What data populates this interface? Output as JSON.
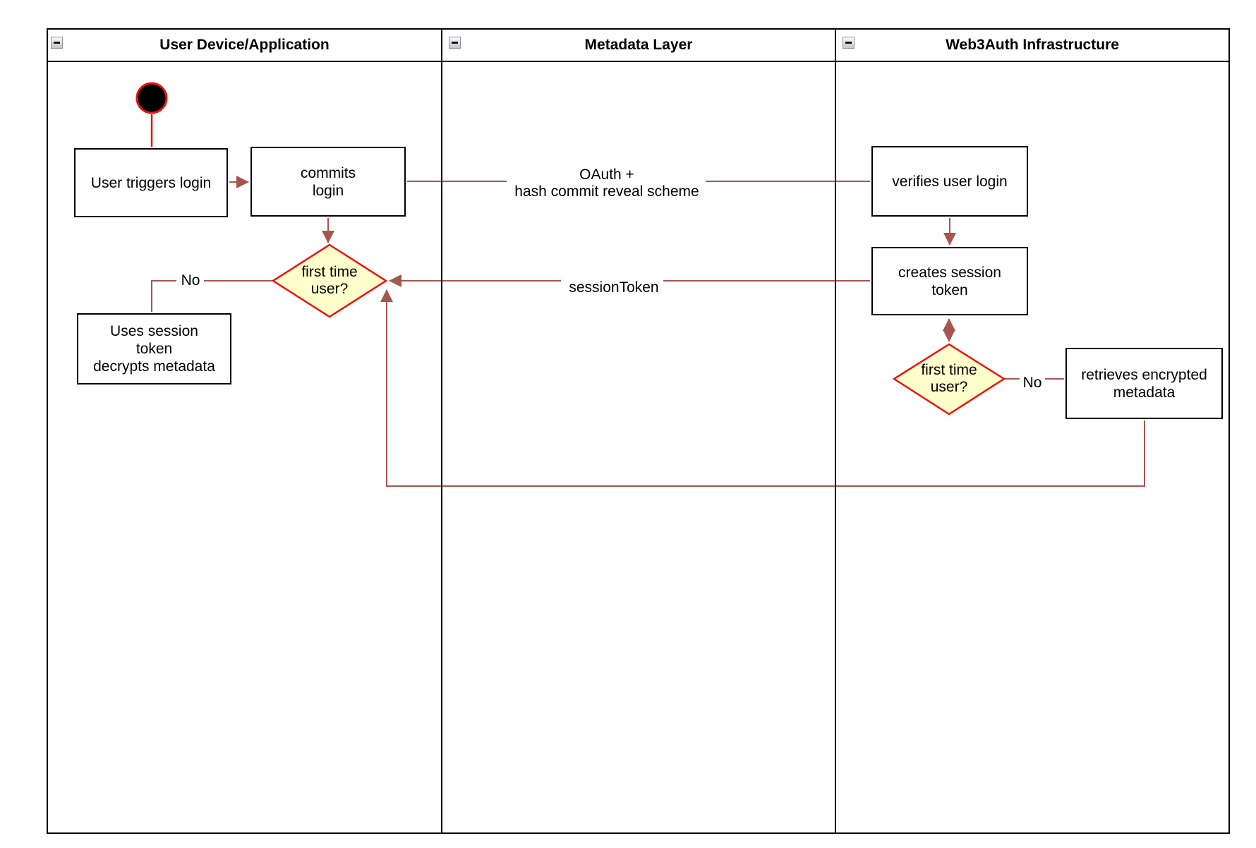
{
  "lanes": [
    {
      "title": "User Device/Application"
    },
    {
      "title": "Metadata Layer"
    },
    {
      "title": "Web3Auth Infrastructure"
    }
  ],
  "nodes": {
    "user_triggers_login": {
      "lines": [
        "User triggers login"
      ]
    },
    "commits_login": {
      "lines": [
        "commits",
        "login"
      ]
    },
    "uses_session_token": {
      "lines": [
        "Uses session",
        "token",
        "decrypts metadata"
      ]
    },
    "verifies_user_login": {
      "lines": [
        "verifies user login"
      ]
    },
    "creates_session_token": {
      "lines": [
        "creates session",
        "token"
      ]
    },
    "retrieves_encrypted_metadata": {
      "lines": [
        "retrieves encrypted",
        "metadata"
      ]
    },
    "decision_user_device": {
      "lines": [
        "first time",
        "user?"
      ]
    },
    "decision_web3auth": {
      "lines": [
        "first time",
        "user?"
      ]
    }
  },
  "edge_labels": {
    "oauth": {
      "lines": [
        "OAuth +",
        "hash commit reveal scheme"
      ]
    },
    "session_token": "sessionToken",
    "no_user_device": "No",
    "no_web3auth": "No"
  },
  "colors": {
    "node_border": "#000000",
    "node_fill": "#ffffff",
    "decision_fill": "#ffffcc",
    "decision_border": "#ee1111",
    "start_fill": "#000000",
    "start_border": "#ee1111",
    "connector": "#a5564f",
    "lane_border": "#000000",
    "canvas_bg": "#ffffff"
  }
}
